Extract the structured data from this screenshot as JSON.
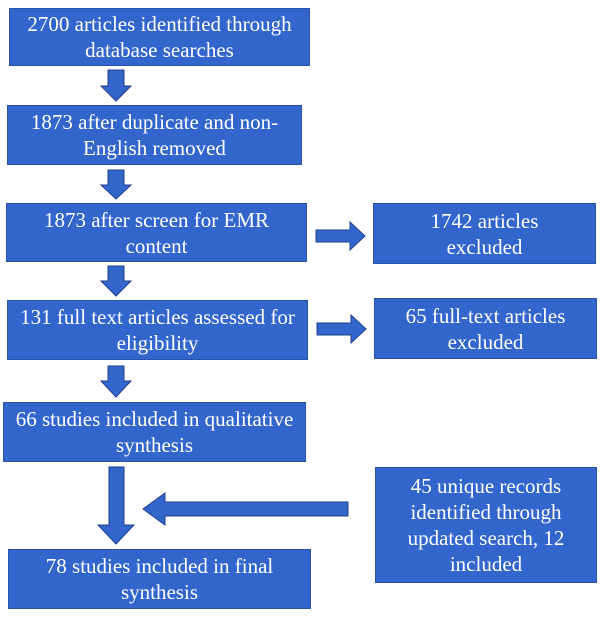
{
  "colors": {
    "box_fill": "#3366cc",
    "arrow_fill": "#3366cc",
    "arrow_stroke": "#1f3f8a",
    "text": "#ffffff"
  },
  "flow": {
    "identified": "2700 articles identified through database searches",
    "deduplicated": "1873 after duplicate and non-English removed",
    "screened": "1873 after screen for EMR content",
    "screen_excluded": "1742 articles excluded",
    "assessed": "131 full text articles assessed for eligibility",
    "fulltext_excluded": "65 full-text articles excluded",
    "qualitative": "66 studies included in qualitative synthesis",
    "updated_search": "45 unique records identified through updated search, 12 included",
    "final": "78 studies included in final synthesis"
  }
}
